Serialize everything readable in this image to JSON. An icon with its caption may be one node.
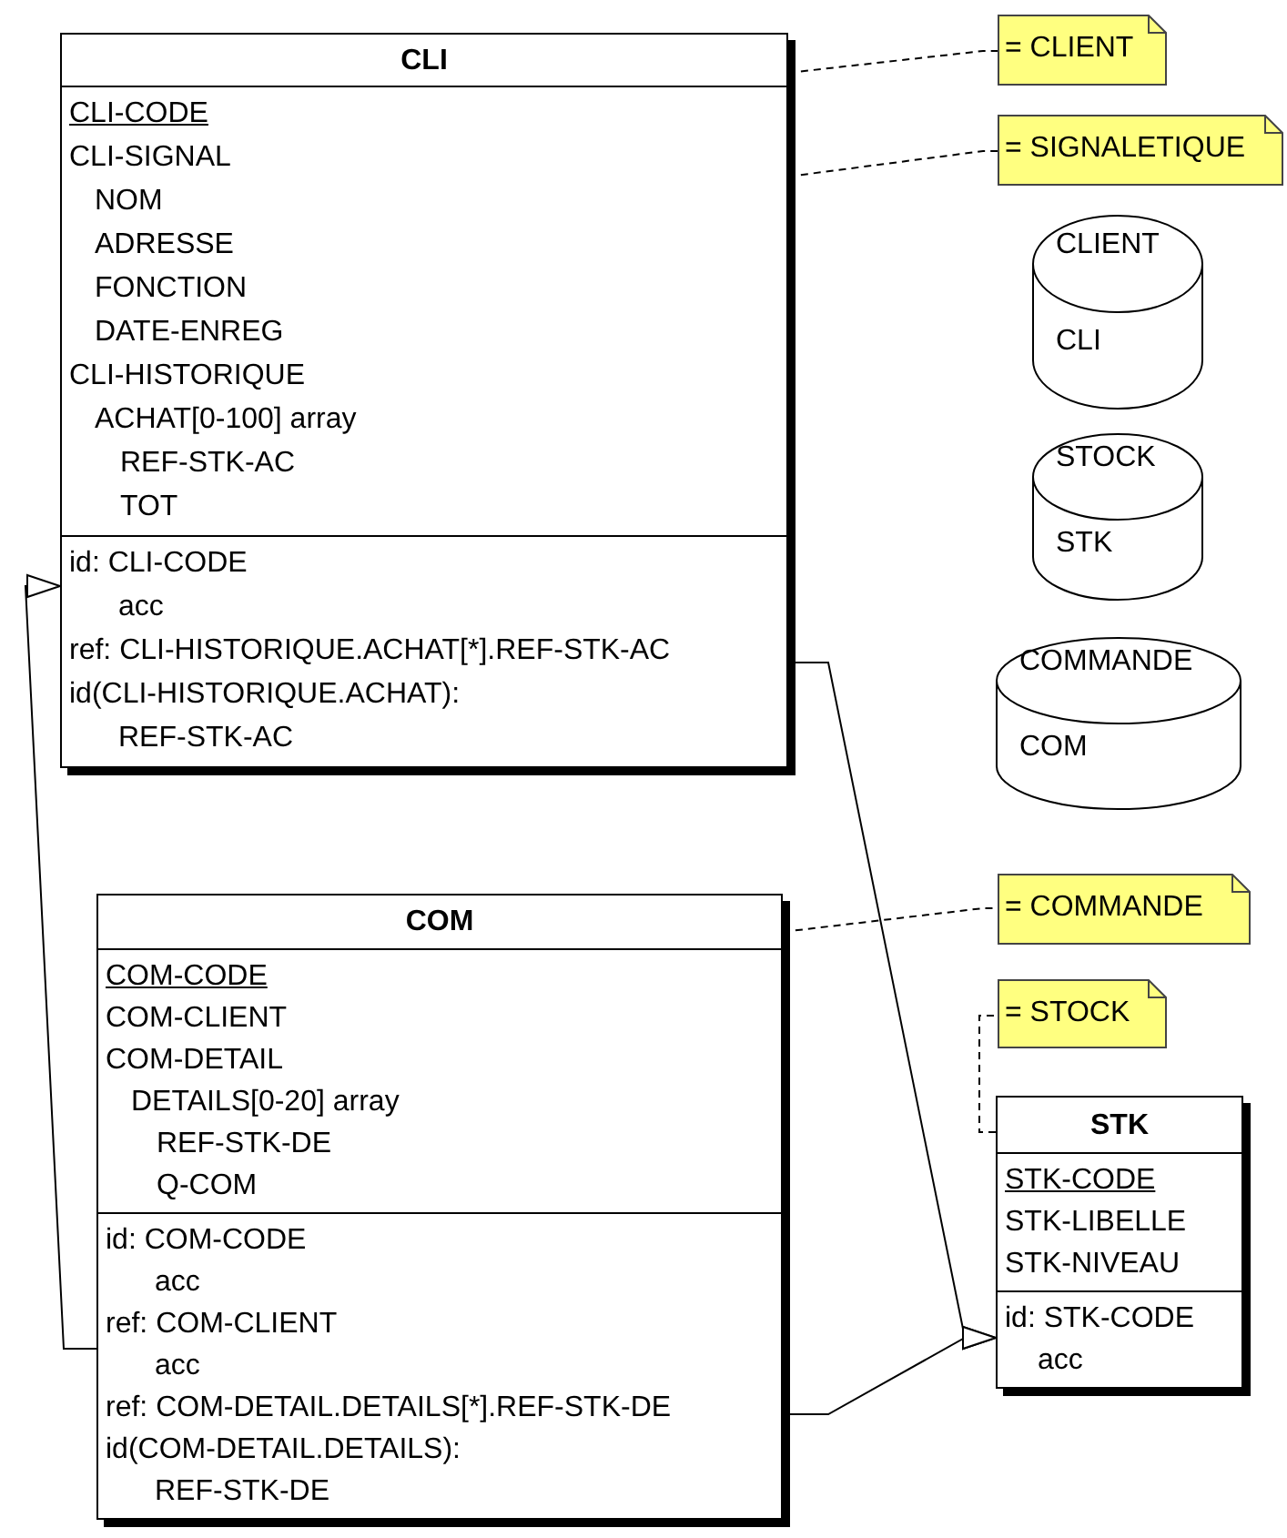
{
  "diagram": {
    "nodes": [
      {
        "text": [
          "CLI",
          "CLI-CODE",
          "CLI-SIGNAL",
          "NOM",
          "ADRESSE",
          "FONCTION",
          "DATE-ENREG",
          "CLI-HISTORIQUE",
          "ACHAT[0-100] array",
          "REF-STK-AC",
          "TOT",
          "id: CLI-CODE",
          "acc",
          "ref: CLI-HISTORIQUE.ACHAT[*].REF-STK-AC",
          "id(CLI-HISTORIQUE.ACHAT):",
          "REF-STK-AC"
        ]
      },
      {
        "text": [
          "COM",
          "COM-CODE",
          "COM-CLIENT",
          "COM-DETAIL",
          "DETAILS[0-20] array",
          "REF-STK-DE",
          "Q-COM",
          "id: COM-CODE",
          "acc",
          "ref: COM-CLIENT",
          "acc",
          "ref: COM-DETAIL.DETAILS[*].REF-STK-DE",
          "id(COM-DETAIL.DETAILS):",
          "REF-STK-DE"
        ]
      },
      {
        "text": [
          "STK",
          "STK-CODE",
          "STK-LIBELLE",
          "STK-NIVEAU",
          "id: STK-CODE",
          "acc"
        ]
      },
      {
        "text": [
          "= CLIENT"
        ]
      },
      {
        "text": [
          "= SIGNALETIQUE"
        ]
      },
      {
        "text": [
          "= COMMANDE"
        ]
      },
      {
        "text": [
          "= STOCK"
        ]
      },
      {
        "text": [
          "CLIENT",
          "CLI"
        ]
      },
      {
        "text": [
          "STOCK",
          "STK"
        ]
      },
      {
        "text": [
          "COMMANDE",
          "COM"
        ]
      }
    ],
    "edges": [
      {
        "from": 1,
        "to": 0,
        "arrow": "to"
      },
      {
        "from": 0,
        "to": 2,
        "arrow": "to"
      },
      {
        "from": 1,
        "to": 2,
        "arrow": "to"
      },
      {
        "from": 0,
        "to": 3,
        "arrow": "none",
        "style": "dashed"
      },
      {
        "from": 0,
        "to": 4,
        "arrow": "none",
        "style": "dashed"
      },
      {
        "from": 1,
        "to": 5,
        "arrow": "none",
        "style": "dashed"
      },
      {
        "from": 2,
        "to": 6,
        "arrow": "none",
        "style": "dashed"
      }
    ]
  }
}
